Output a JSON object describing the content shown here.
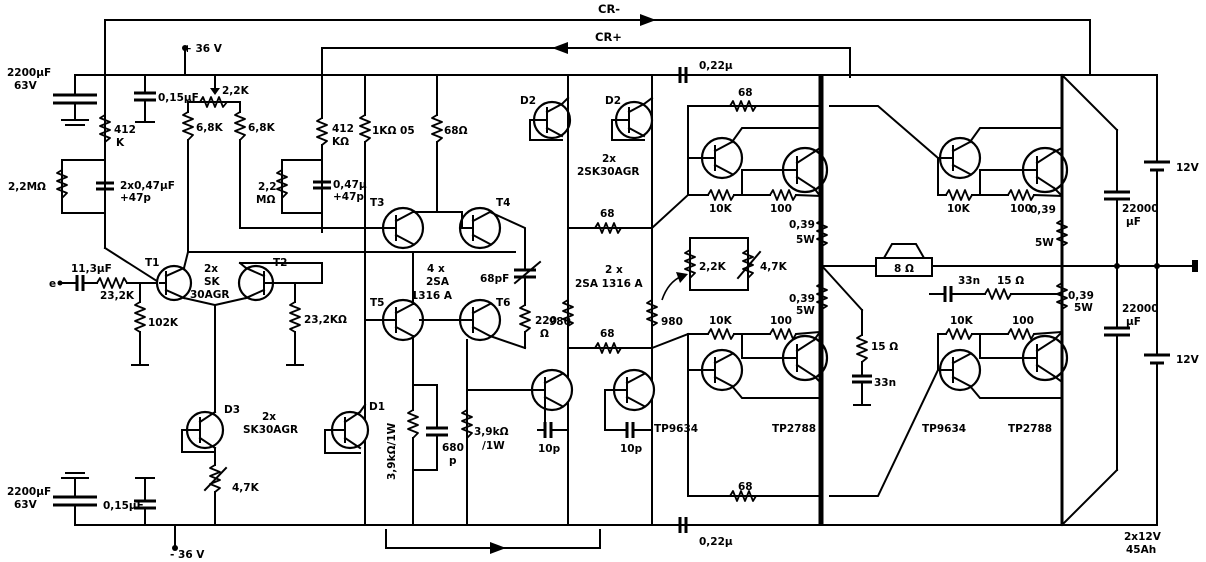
{
  "feedback": {
    "cr_minus": "CR-",
    "cr_plus": "CR+"
  },
  "rails": {
    "pos": "+ 36 V",
    "neg": "- 36 V"
  },
  "input": {
    "terminal": "e",
    "cap": "11,3µF",
    "res": "23,2K"
  },
  "caps": {
    "c2200_top": [
      "2200µF",
      "63V"
    ],
    "c2200_bot": [
      "2200µF",
      "63V"
    ],
    "c015_top": "0,15µF",
    "c015_bot": "0,15µF",
    "c047_left": [
      "2x0,47µF",
      "+47p"
    ],
    "c047_right": [
      "0,47µ",
      "+47p"
    ],
    "c68pf": "68pF",
    "c680p": [
      "680",
      "p"
    ],
    "c10p_a": "10p",
    "c10p_b": "10p",
    "c022_top": "0,22µ",
    "c022_bot": "0,22µ",
    "c33n_a": "33n",
    "c33n_b": "33n",
    "c22000_top": [
      "22000",
      "µF"
    ],
    "c22000_bot": [
      "22000",
      "µF"
    ]
  },
  "resistors": {
    "r412k_left": [
      "412",
      "K"
    ],
    "r412k_right": [
      "412",
      "KΩ"
    ],
    "r22m_left": "2,2MΩ",
    "r22m_right": [
      "2,2",
      "MΩ"
    ],
    "r68k_a": "6,8K",
    "r68k_b": "6,8K",
    "pot22k": "2,2K",
    "r1k": "1KΩ 05",
    "r68ohm": "68Ω",
    "r102k": "102K",
    "r232k": "23,2KΩ",
    "r220": [
      "220",
      "Ω"
    ],
    "r39k_a": "3,9kΩ/1W",
    "r39k_b": [
      "3,9kΩ",
      "/1W"
    ],
    "r980_a": "980",
    "r980_b": "980",
    "r68_a": "68",
    "r68_b": "68",
    "r68_c": "68",
    "r68_d": "68",
    "r10k": [
      "10K",
      "10K",
      "10K",
      "10K"
    ],
    "r100": [
      "100",
      "100",
      "100",
      "100"
    ],
    "r039": [
      [
        "0,39",
        "5W"
      ],
      [
        "0,39",
        "5W"
      ],
      [
        "0,39",
        "5W"
      ],
      [
        "0,39",
        "5W"
      ]
    ],
    "r22k_bias": "2,2K",
    "pot47k_bias": "4,7K",
    "r15a": "15 Ω",
    "r15b": "15 Ω",
    "pot47k_d3": "4,7K"
  },
  "semis": {
    "T1": "T1",
    "T2": "T2",
    "T3": "T3",
    "T4": "T4",
    "T5": "T5",
    "T6": "T6",
    "D1": "D1",
    "D2a": "D2",
    "D2b": "D2",
    "D3": "D3",
    "t12_note": [
      "2x",
      "SK",
      "30AGR"
    ],
    "t34_note": [
      "4 x",
      "2SA",
      "1316 A"
    ],
    "d2_note": [
      "2x",
      "2SK30AGR"
    ],
    "d3_note": [
      "2x",
      "SK30AGR"
    ],
    "mid_note": [
      "2 x",
      "2SA 1316 A"
    ],
    "tp9634": [
      "TP9634",
      "TP9634"
    ],
    "tp2788": [
      "TP2788",
      "TP2788"
    ]
  },
  "speaker": "8 Ω",
  "battery": {
    "v_top": "12V",
    "v_bot": "12V",
    "note": [
      "2x12V",
      "45Ah"
    ]
  }
}
